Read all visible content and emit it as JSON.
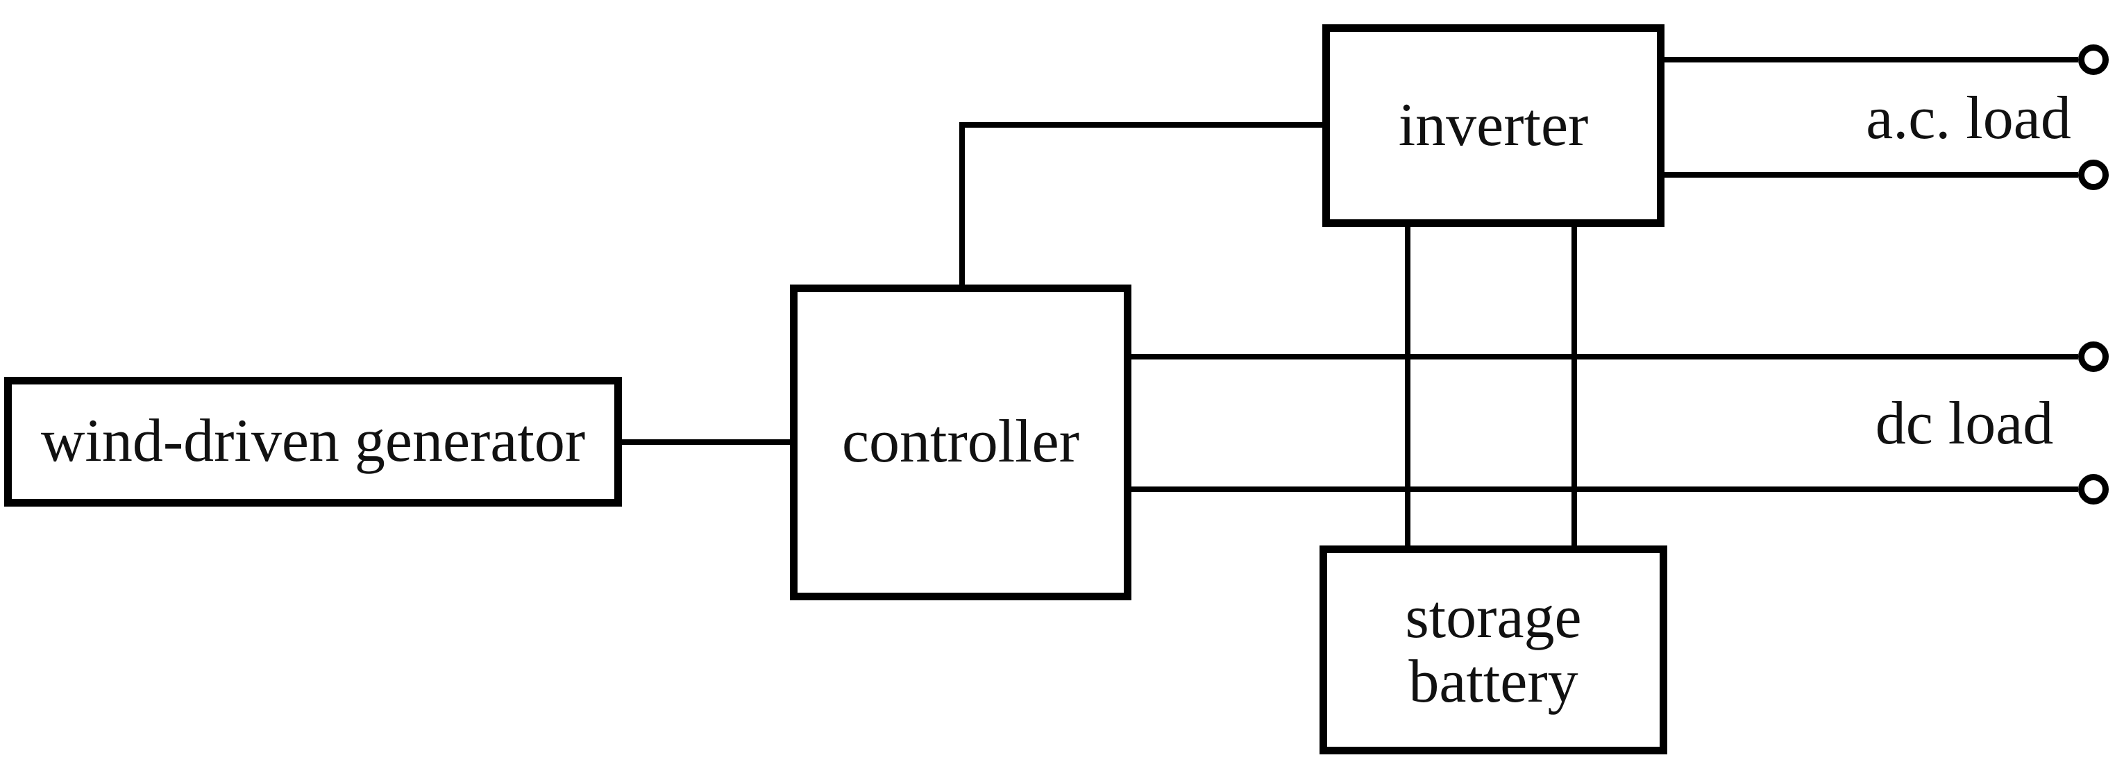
{
  "figure": {
    "type": "block-diagram",
    "background_color": "#ffffff",
    "line_color": "#000000",
    "text_color": "#111111",
    "nodes": {
      "generator": {
        "label": "wind-driven generator"
      },
      "controller": {
        "label": "controller"
      },
      "inverter": {
        "label": "inverter"
      },
      "battery": {
        "label_lines": [
          "storage",
          "battery"
        ]
      }
    },
    "loads": {
      "ac": {
        "label": "a.c. load",
        "terminal_count": 2
      },
      "dc": {
        "label": "dc load",
        "terminal_count": 2
      }
    },
    "connections": [
      {
        "from": "wind-driven generator",
        "to": "controller",
        "wires": 1
      },
      {
        "from": "controller",
        "to": "inverter",
        "wires": 1
      },
      {
        "from": "inverter",
        "to": "a.c. load",
        "wires": 2
      },
      {
        "from": "controller",
        "to": "dc load",
        "wires": 2
      },
      {
        "from": "inverter",
        "to": "storage battery",
        "wires": 2
      }
    ]
  }
}
